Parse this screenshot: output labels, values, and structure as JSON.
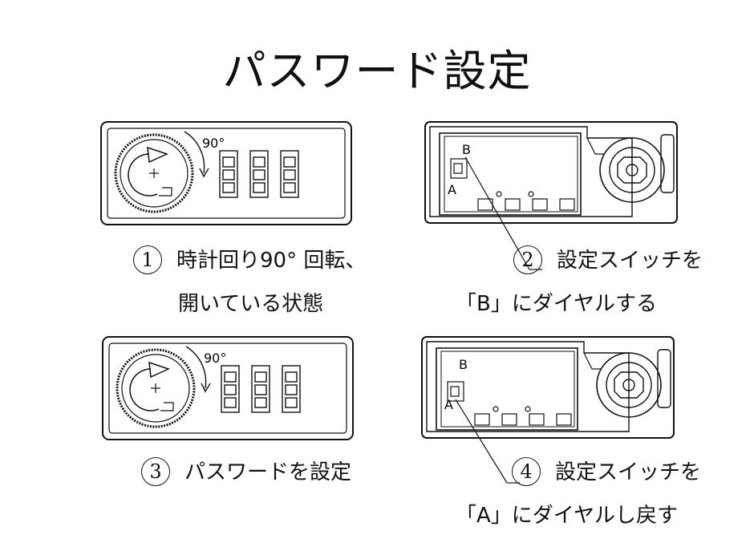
{
  "title": "パスワード設定",
  "angle_label": "90°",
  "switch_labels": {
    "a": "A",
    "b": "B"
  },
  "steps": [
    {
      "number": "1",
      "line1": "時計回り90° 回転、",
      "line2": "開いている状態"
    },
    {
      "number": "2",
      "line1": "設定スイッチを",
      "line2": "「B」にダイヤルする"
    },
    {
      "number": "3",
      "line1": "パスワードを設定",
      "line2": ""
    },
    {
      "number": "4",
      "line1": "設定スイッチを",
      "line2": "「A」にダイヤルし戻す"
    }
  ]
}
